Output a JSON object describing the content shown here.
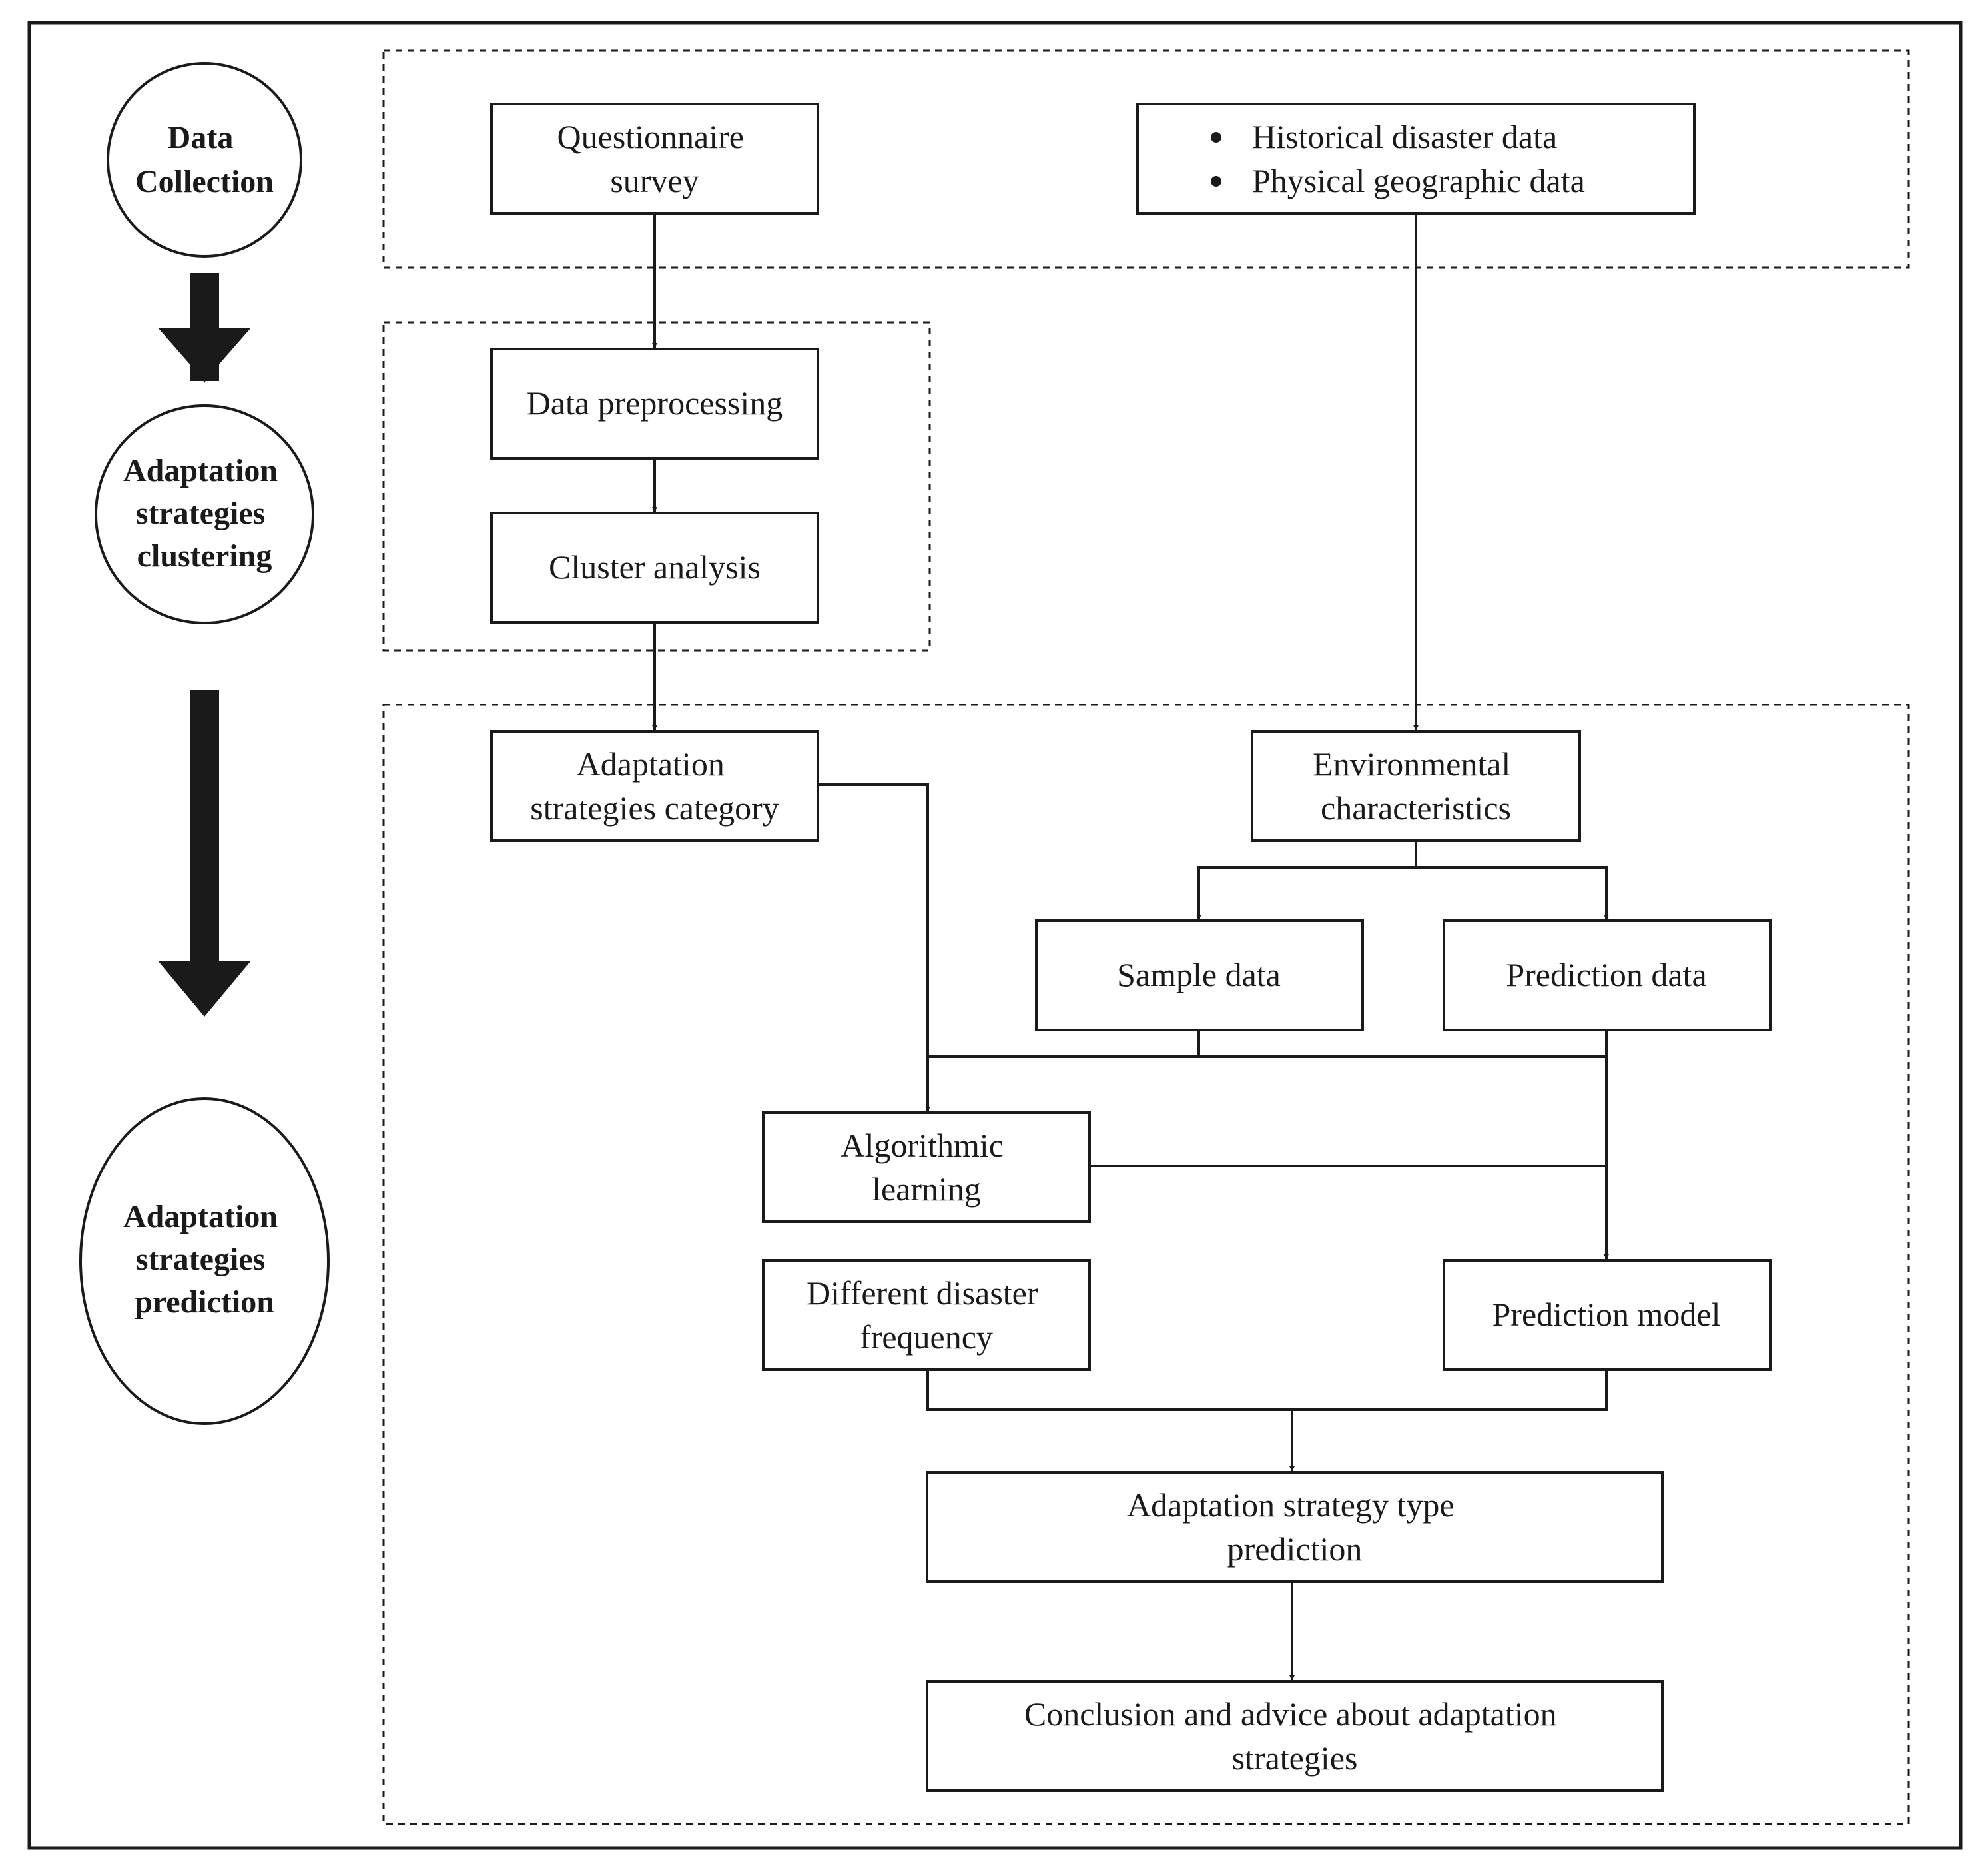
{
  "stages": {
    "collection": [
      "Data",
      "Collection"
    ],
    "clustering": [
      "Adaptation",
      "strategies",
      "clustering"
    ],
    "prediction": [
      "Adaptation",
      "strategies",
      "prediction"
    ]
  },
  "boxes": {
    "questionnaire": [
      "Questionnaire",
      "survey"
    ],
    "historical_data": [
      "Historical disaster data",
      "Physical geographic data"
    ],
    "preprocessing": [
      "Data preprocessing"
    ],
    "cluster": [
      "Cluster analysis"
    ],
    "category": [
      "Adaptation",
      "strategies category"
    ],
    "environmental": [
      "Environmental",
      "characteristics"
    ],
    "sample": [
      "Sample data"
    ],
    "prediction_data": [
      "Prediction data"
    ],
    "algorithmic": [
      "Algorithmic",
      "learning"
    ],
    "frequency": [
      "Different disaster",
      "frequency"
    ],
    "model": [
      "Prediction model"
    ],
    "type_prediction": [
      "Adaptation strategy type",
      "prediction"
    ],
    "conclusion": [
      "Conclusion and advice about adaptation",
      "strategies"
    ]
  }
}
